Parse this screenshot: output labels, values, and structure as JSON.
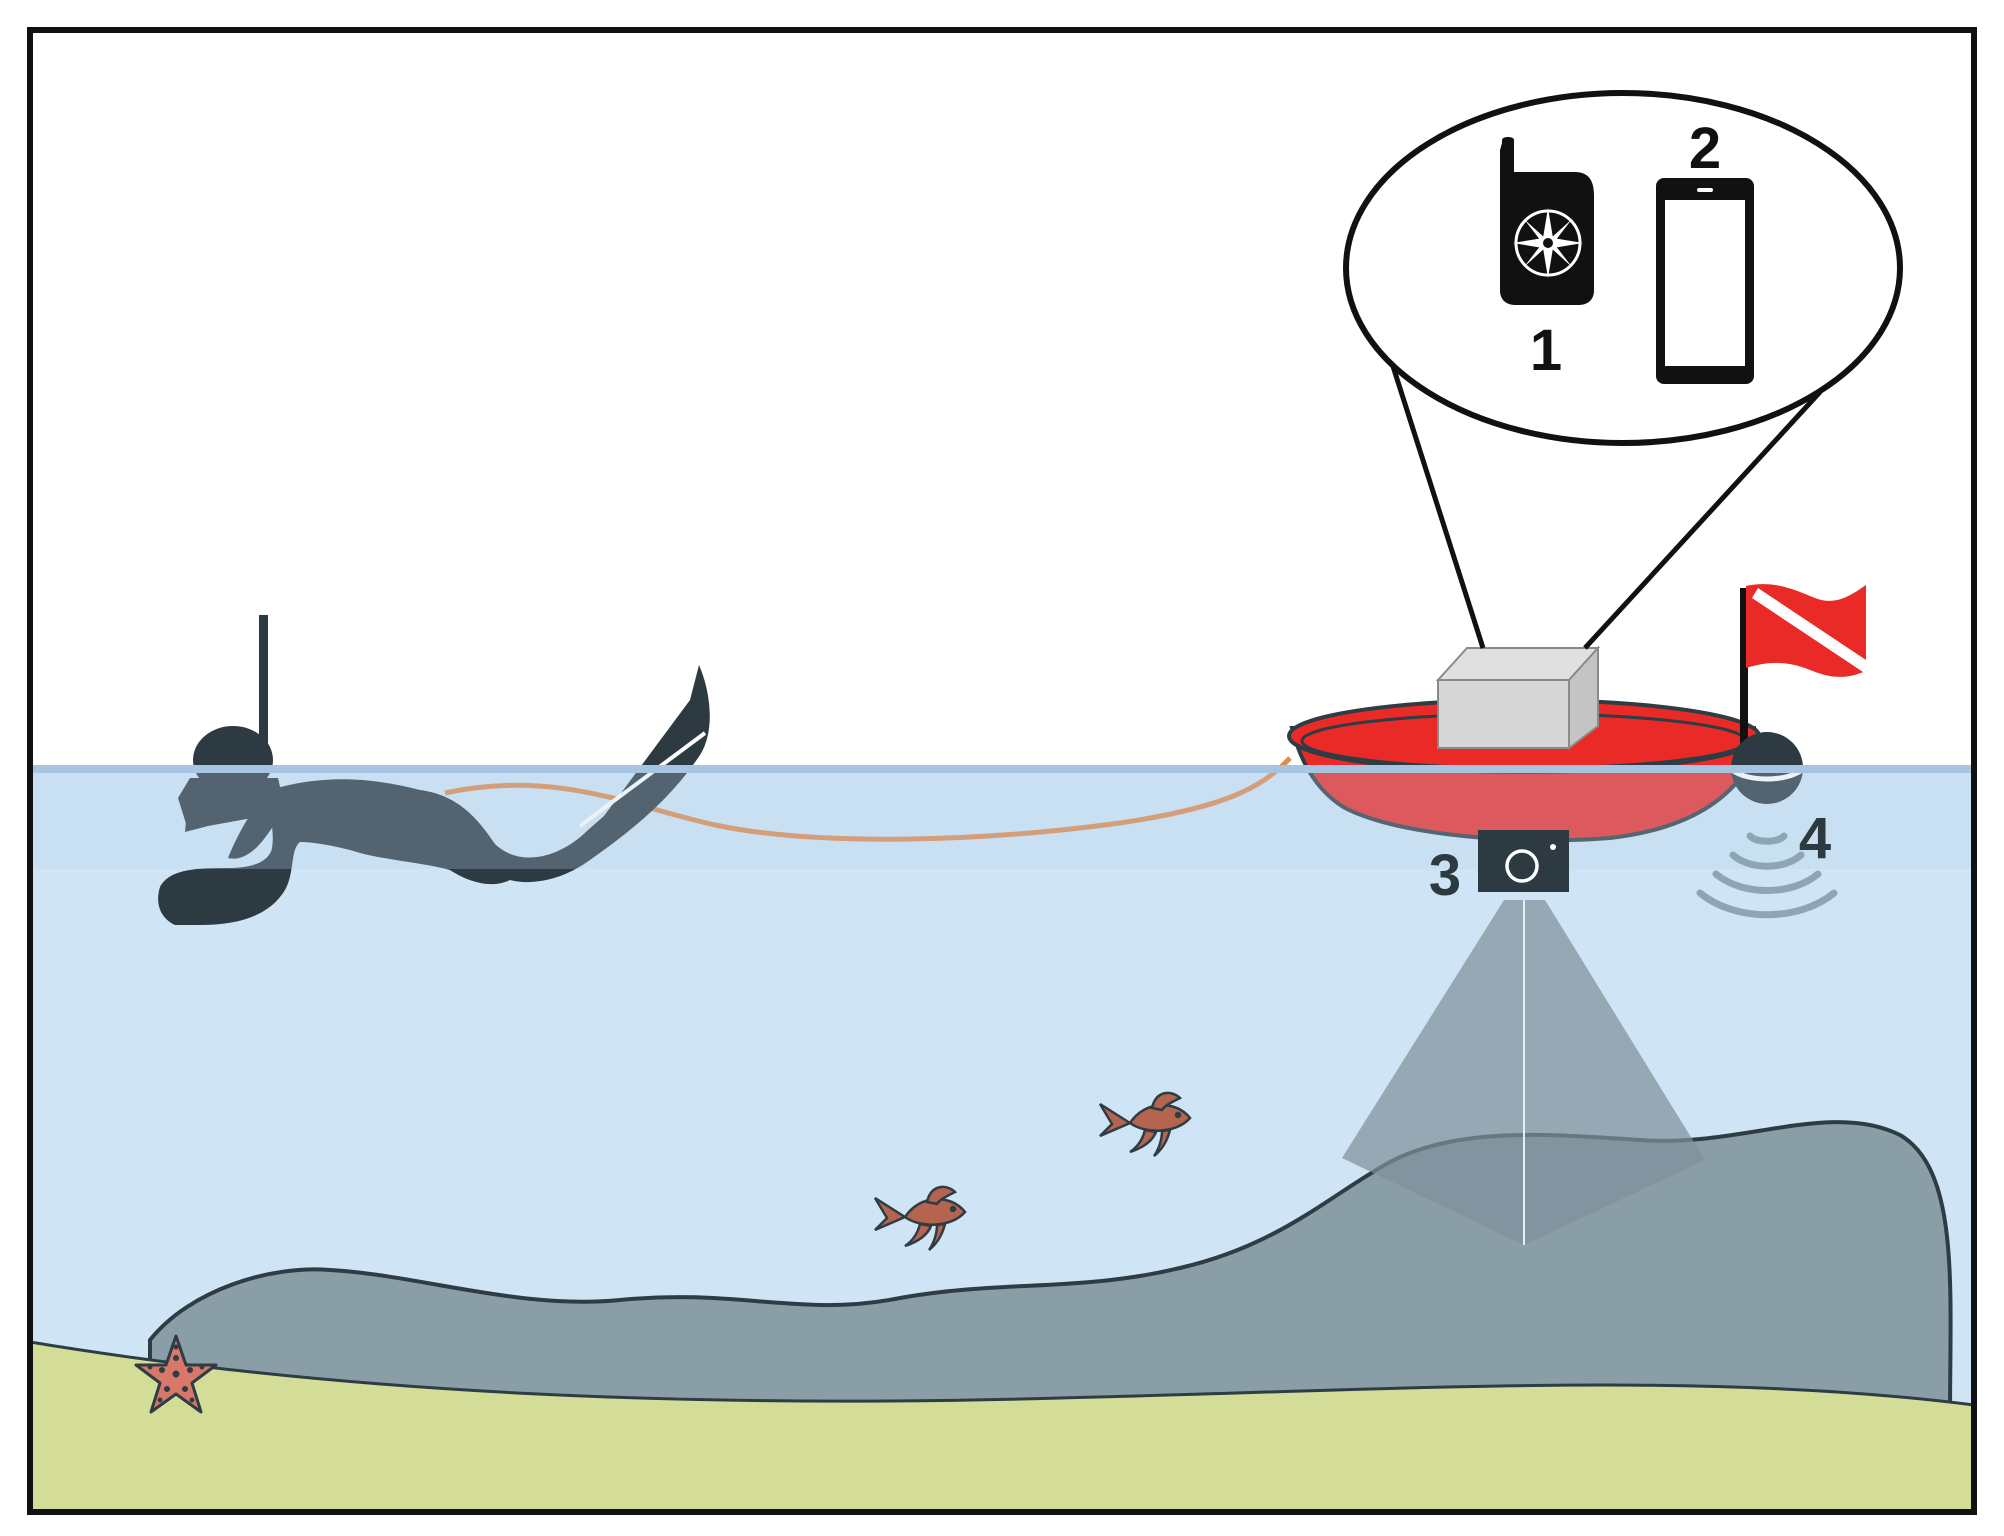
{
  "labels": {
    "gps_device": "1",
    "phone": "2",
    "camera": "3",
    "sonar": "4"
  },
  "icons": [
    "snorkeler-icon",
    "dive-buoy-icon",
    "gps-handheld-icon",
    "compass-rose-icon",
    "smartphone-icon",
    "camera-icon",
    "sonar-transducer-icon",
    "sonar-wave-icon",
    "dive-flag-icon",
    "fish-icon",
    "starfish-icon"
  ],
  "colors": {
    "sky": "#ffffff",
    "water": "#cfe5f5",
    "surface_line": "#a8c4e3",
    "sand": "#d4dd98",
    "rock": "#8a9ea8",
    "rock_outline": "#2e3c44",
    "buoy_red": "#ea2a27",
    "buoy_submerged": "#cd6b5a",
    "tether": "#e08a4f",
    "fish": "#b5644f",
    "starfish": "#d8786a",
    "diver": "#2d3a42",
    "camera_cone": "#8899a3",
    "dive_flag_red": "#ea2a27",
    "frame": "#111111"
  }
}
